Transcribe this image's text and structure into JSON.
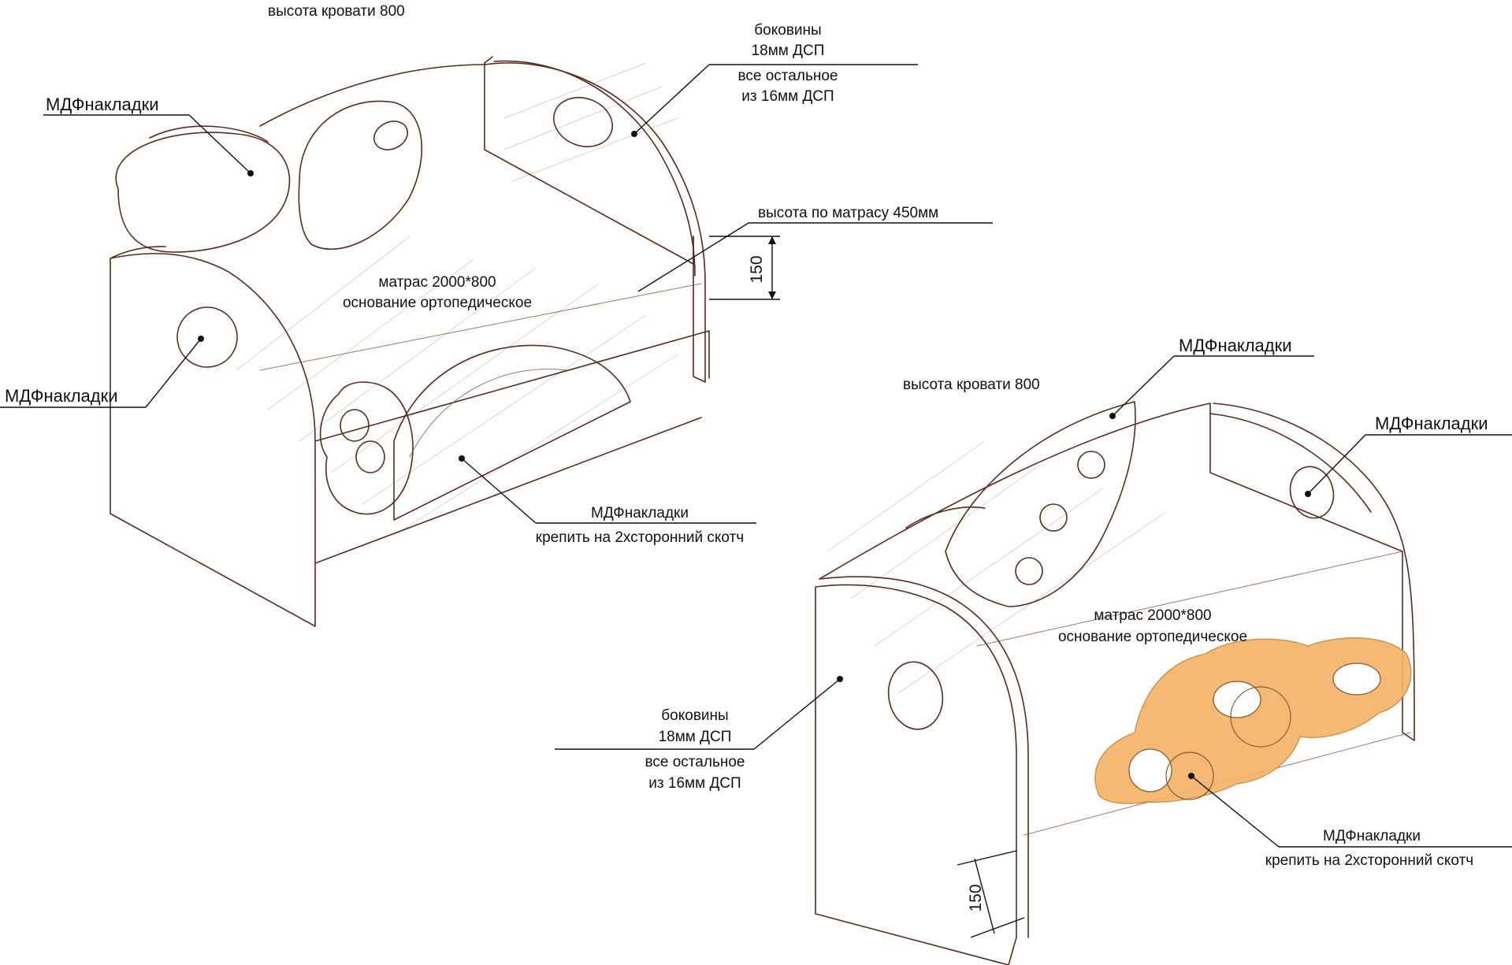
{
  "drawing1": {
    "bed_height": "высота кровати 800",
    "sides_line1": "боковины",
    "sides_line2": "18мм ДСП",
    "sides_line3": "все остальное",
    "sides_line4": "из 16мм ДСП",
    "mdf_top_left": "МДФнакладки",
    "mdf_side_left": "МДФнакладки",
    "mattress_height": "высота  по матрасу 450мм",
    "mattress_line1": "матрас 2000*800",
    "mattress_line2": "основание ортопедическое",
    "dim_150": "150",
    "mdf_front_line1": "МДФнакладки",
    "mdf_front_line2": "крепить на 2хсторонний скотч"
  },
  "drawing2": {
    "mdf_top": "МДФнакладки",
    "bed_height": "высота кровати 800",
    "mdf_right": "МДФнакладки",
    "mattress_line1": "матрас 2000*800",
    "mattress_line2": "основание ортопедическое",
    "sides_line1": "боковины",
    "sides_line2": "18мм ДСП",
    "sides_line3": "все остальное",
    "sides_line4": "из 16мм ДСП",
    "mdf_bottom_line1": "МДФнакладки",
    "mdf_bottom_line2": "крепить на 2хсторонний скотч",
    "dim_150": "150"
  },
  "colors": {
    "sketch_stroke": "#5a2a20",
    "highlight_fill": "#f2b46a",
    "highlight_stroke": "#c98a3a",
    "label_text": "#111111"
  }
}
